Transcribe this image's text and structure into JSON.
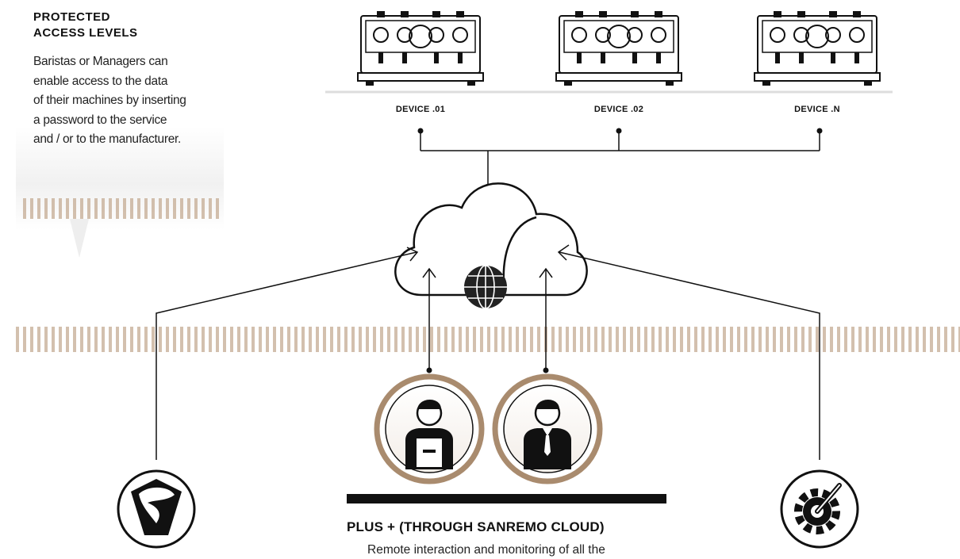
{
  "info": {
    "title_line1": "PROTECTED",
    "title_line2": "ACCESS LEVELS",
    "body": [
      "Baristas or Managers can",
      "enable access to the data",
      "of their machines by inserting",
      "a password to the service",
      "and / or to the manufacturer."
    ]
  },
  "devices": [
    {
      "label": "DEVICE .01"
    },
    {
      "label": "DEVICE .02"
    },
    {
      "label": "DEVICE .N"
    }
  ],
  "plus": {
    "title": "PLUS + (THROUGH SANREMO CLOUD)",
    "text": "Remote interaction and monitoring of all the"
  },
  "icons": {
    "cloud": "cloud-icon",
    "globe": "www-globe-icon",
    "barista": "barista-avatar-icon",
    "manager": "manager-avatar-icon",
    "brand": "sanremo-logo-icon",
    "service": "service-gear-icon",
    "machine": "espresso-machine-icon"
  },
  "colors": {
    "ring": "#a98b6e",
    "stripe": "#c4aa93",
    "ink": "#111111"
  }
}
